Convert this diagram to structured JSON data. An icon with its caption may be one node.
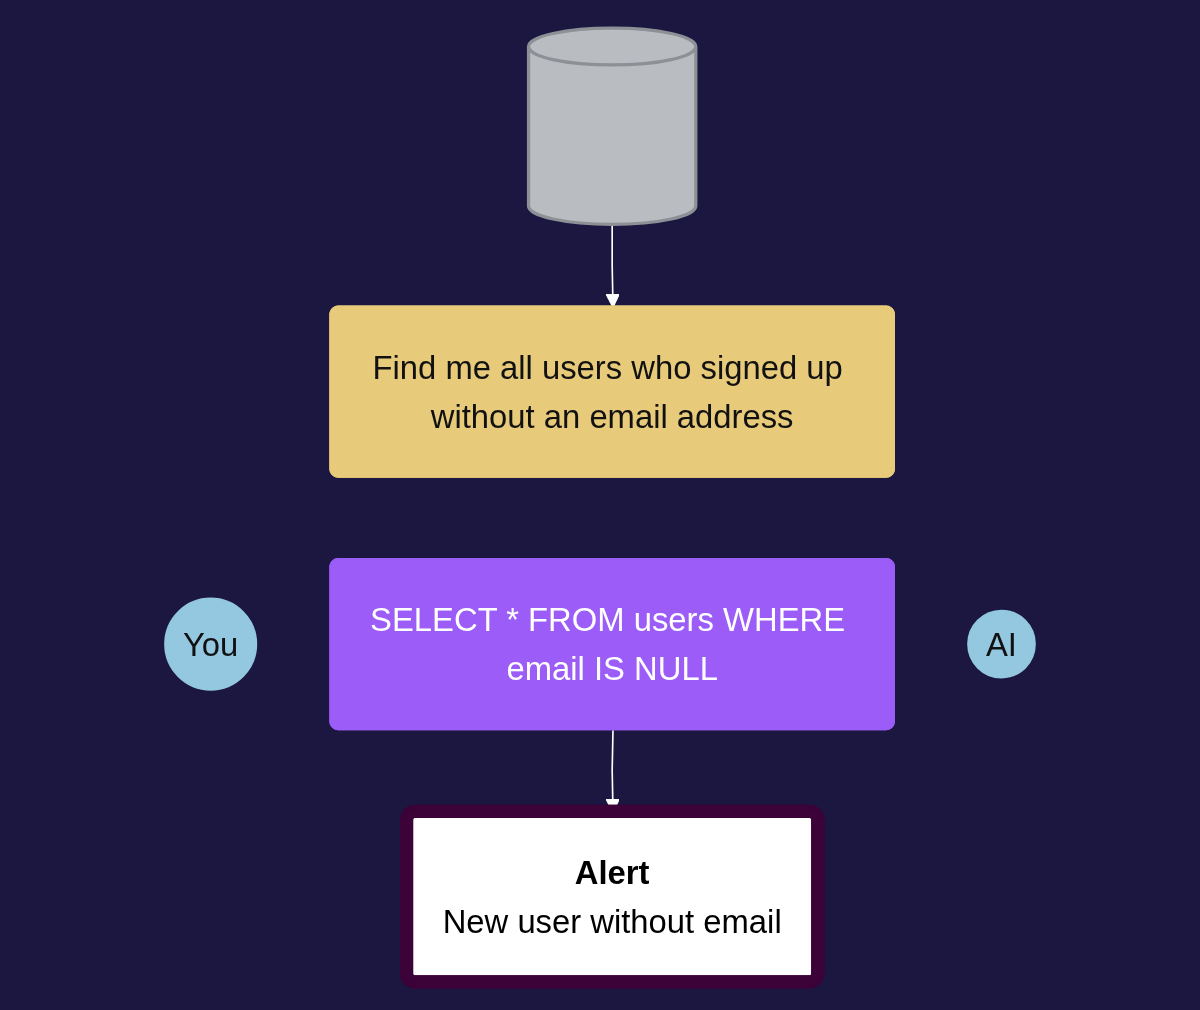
{
  "diagram": {
    "nodes": [
      {
        "text": [],
        "shape": "cylinder"
      },
      {
        "text": [
          "Find me all users who signed up without an email address"
        ]
      },
      {
        "text": [
          "You"
        ]
      },
      {
        "text": [
          "SELECT * FROM users WHERE email IS NULL"
        ]
      },
      {
        "text": [
          "AI"
        ]
      },
      {
        "text": [
          "Alert",
          "New user without email"
        ]
      }
    ],
    "edges": [
      {
        "from": 0,
        "to": 1,
        "arrow": "to"
      },
      {
        "from": 3,
        "to": 5,
        "arrow": "to"
      }
    ]
  }
}
